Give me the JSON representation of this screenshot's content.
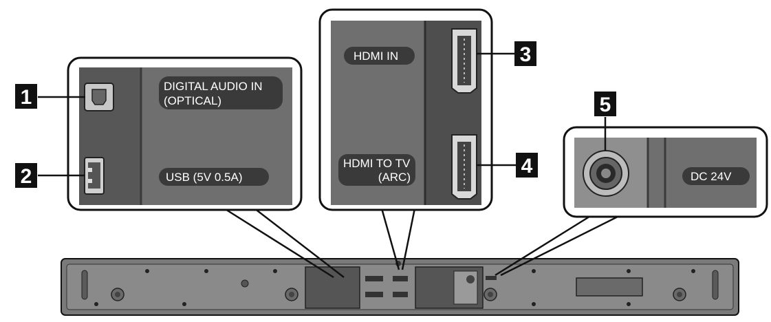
{
  "callouts": {
    "n1": "1",
    "n2": "2",
    "n3": "3",
    "n4": "4",
    "n5": "5"
  },
  "ports": {
    "optical": {
      "line1": "DIGITAL AUDIO IN",
      "line2": "(OPTICAL)"
    },
    "usb": "USB (5V 0.5A)",
    "hdmi_in": "HDMI IN",
    "hdmi_tv": {
      "line1": "HDMI TO TV",
      "line2": "(ARC)"
    },
    "dc": "DC 24V"
  },
  "colors": {
    "panel": "#6f6f6f",
    "panel_dark": "#4e4e4e",
    "label_pill": "#3a3a3a",
    "outline": "#111111",
    "bar_body": "#7a7a7a"
  }
}
